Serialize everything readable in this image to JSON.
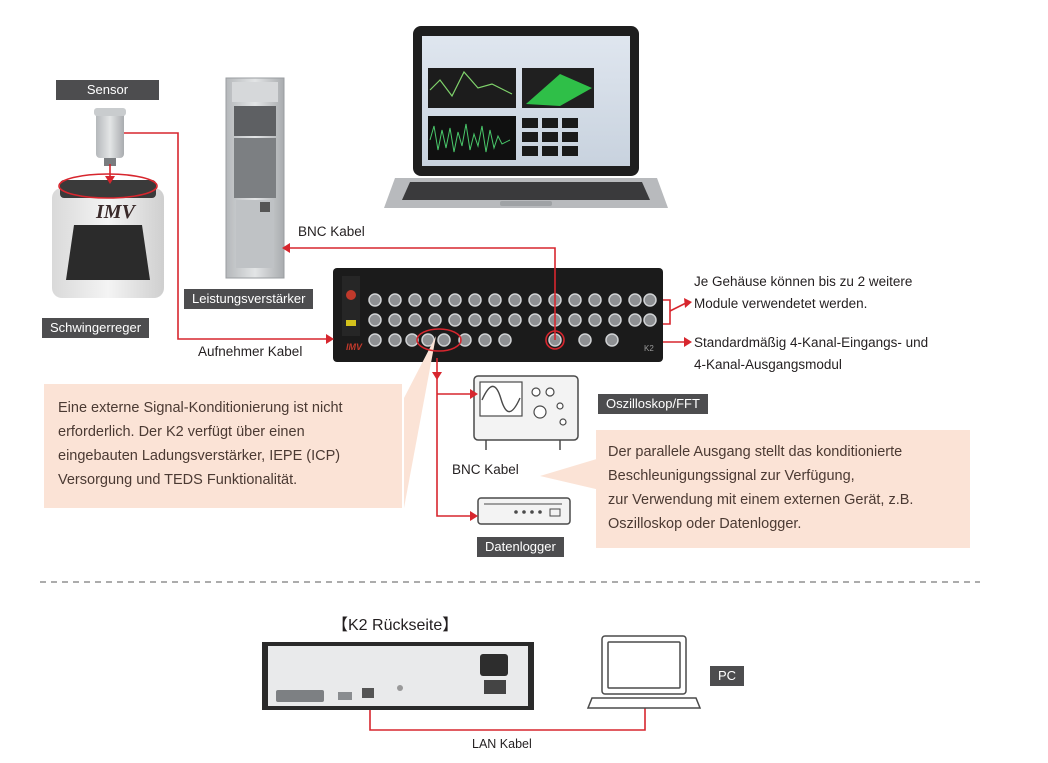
{
  "labels": {
    "sensor": "Sensor",
    "schwingerreger": "Schwingerreger",
    "leistungsverstaerker": "Leistungsverstärker",
    "bnc_kabel_top": "BNC Kabel",
    "aufnehmer_kabel": "Aufnehmer Kabel",
    "oszilloskop": "Oszilloskop/FFT",
    "bnc_kabel_mid": "BNC Kabel",
    "datenlogger": "Datenlogger",
    "rueckseite": "【K2 Rückseite】",
    "pc": "PC",
    "lan_kabel": "LAN Kabel"
  },
  "notes": {
    "module_line1": "Je Gehäuse können bis zu 2 weitere",
    "module_line2": "Module verwendetet werden.",
    "standard_line1": "Standardmäßig 4-Kanal-Eingangs- und",
    "standard_line2": "4-Kanal-Ausgangsmodul"
  },
  "info_left": {
    "line1": "Eine externe Signal-Konditionierung ist nicht",
    "line2": "erforderlich. Der K2 verfügt über einen",
    "line3": "eingebauten Ladungsverstärker, IEPE (ICP)",
    "line4": "Versorgung und TEDS Funktionalität."
  },
  "info_right": {
    "line1": "Der parallele Ausgang stellt das konditionierte",
    "line2": "Beschleunigungssignal zur Verfügung,",
    "line3": "zur Verwendung mit einem externen Gerät, z.B.",
    "line4": "Oszilloskop oder Datenlogger."
  },
  "device": {
    "front_badge": "K2",
    "logo_text": "IMV"
  },
  "colors": {
    "cable": "#d7262e",
    "tag_bg": "#4d4d4f",
    "info_bg": "#fbe3d6"
  }
}
